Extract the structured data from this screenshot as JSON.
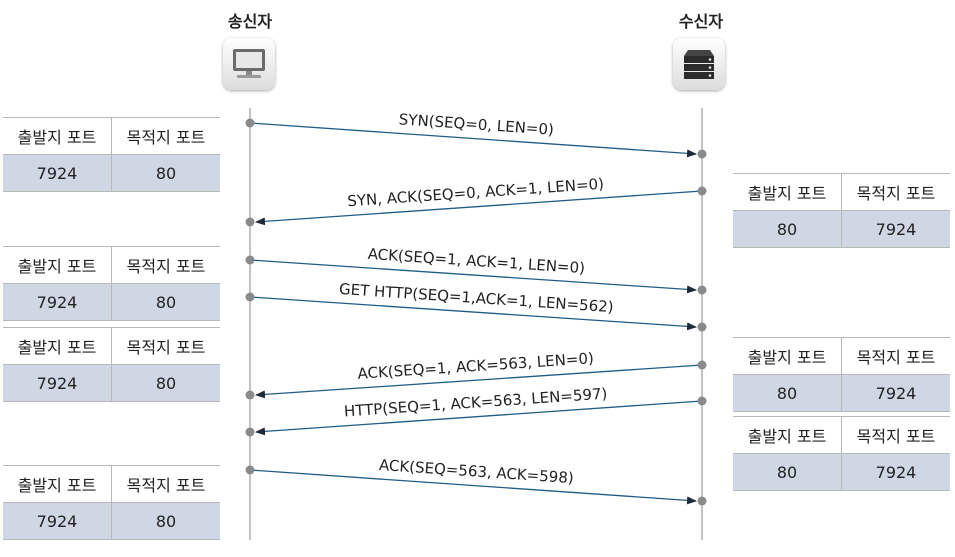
{
  "actors": {
    "sender": {
      "label": "송신자",
      "icon": "desktop-computer-icon"
    },
    "receiver": {
      "label": "수신자",
      "icon": "server-icon"
    }
  },
  "colors": {
    "arrow": "#1f5c86",
    "dot": "#8a8a8a",
    "lifeline": "#9a9a9a",
    "table_value_bg": "#cfd6e4"
  },
  "messages": [
    {
      "label": "SYN(SEQ=0, LEN=0)",
      "direction": "sender-to-receiver"
    },
    {
      "label": "SYN, ACK(SEQ=0, ACK=1, LEN=0)",
      "direction": "receiver-to-sender"
    },
    {
      "label": "ACK(SEQ=1, ACK=1, LEN=0)",
      "direction": "sender-to-receiver"
    },
    {
      "label": "GET HTTP(SEQ=1,ACK=1, LEN=562)",
      "direction": "sender-to-receiver"
    },
    {
      "label": "ACK(SEQ=1, ACK=563, LEN=0)",
      "direction": "receiver-to-sender"
    },
    {
      "label": "HTTP(SEQ=1, ACK=563, LEN=597)",
      "direction": "receiver-to-sender"
    },
    {
      "label": "ACK(SEQ=563, ACK=598)",
      "direction": "sender-to-receiver"
    }
  ],
  "port_tables": {
    "left": [
      {
        "src_header": "출발지 포트",
        "dst_header": "목적지 포트",
        "src": "7924",
        "dst": "80"
      },
      {
        "src_header": "출발지 포트",
        "dst_header": "목적지 포트",
        "src": "7924",
        "dst": "80"
      },
      {
        "src_header": "출발지 포트",
        "dst_header": "목적지 포트",
        "src": "7924",
        "dst": "80"
      },
      {
        "src_header": "출발지 포트",
        "dst_header": "목적지 포트",
        "src": "7924",
        "dst": "80"
      }
    ],
    "right": [
      {
        "src_header": "출발지 포트",
        "dst_header": "목적지 포트",
        "src": "80",
        "dst": "7924"
      },
      {
        "src_header": "출발지 포트",
        "dst_header": "목적지 포트",
        "src": "80",
        "dst": "7924"
      },
      {
        "src_header": "출발지 포트",
        "dst_header": "목적지 포트",
        "src": "80",
        "dst": "7924"
      }
    ]
  }
}
